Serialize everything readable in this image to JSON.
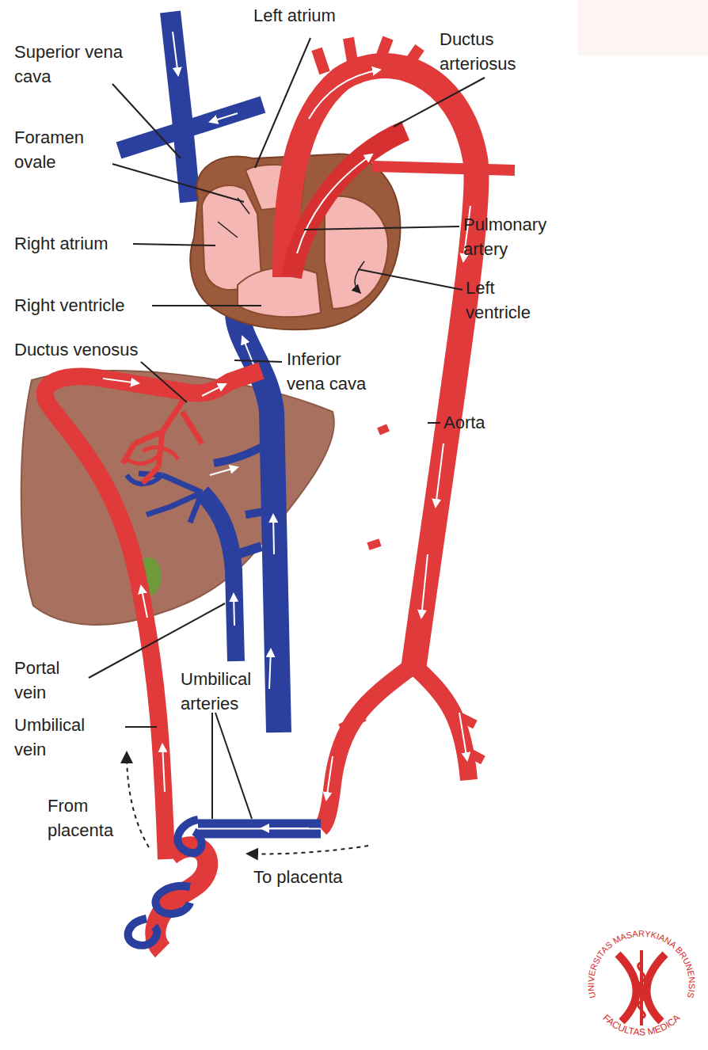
{
  "diagram": {
    "labels": [
      "Left atrium",
      "Superior vena cava",
      "Ductus arteriosus",
      "Foramen ovale",
      "Right atrium",
      "Pulmonary artery",
      "Left ventricle",
      "Right ventricle",
      "Ductus venosus",
      "Inferior vena cava",
      "Aorta",
      "Portal vein",
      "Umbilical arteries",
      "Umbilical vein",
      "From placenta",
      "To placenta",
      "UNIVERSITAS MASARYKIANA BRUNENSIS",
      "FACULTAS MEDICA"
    ]
  }
}
